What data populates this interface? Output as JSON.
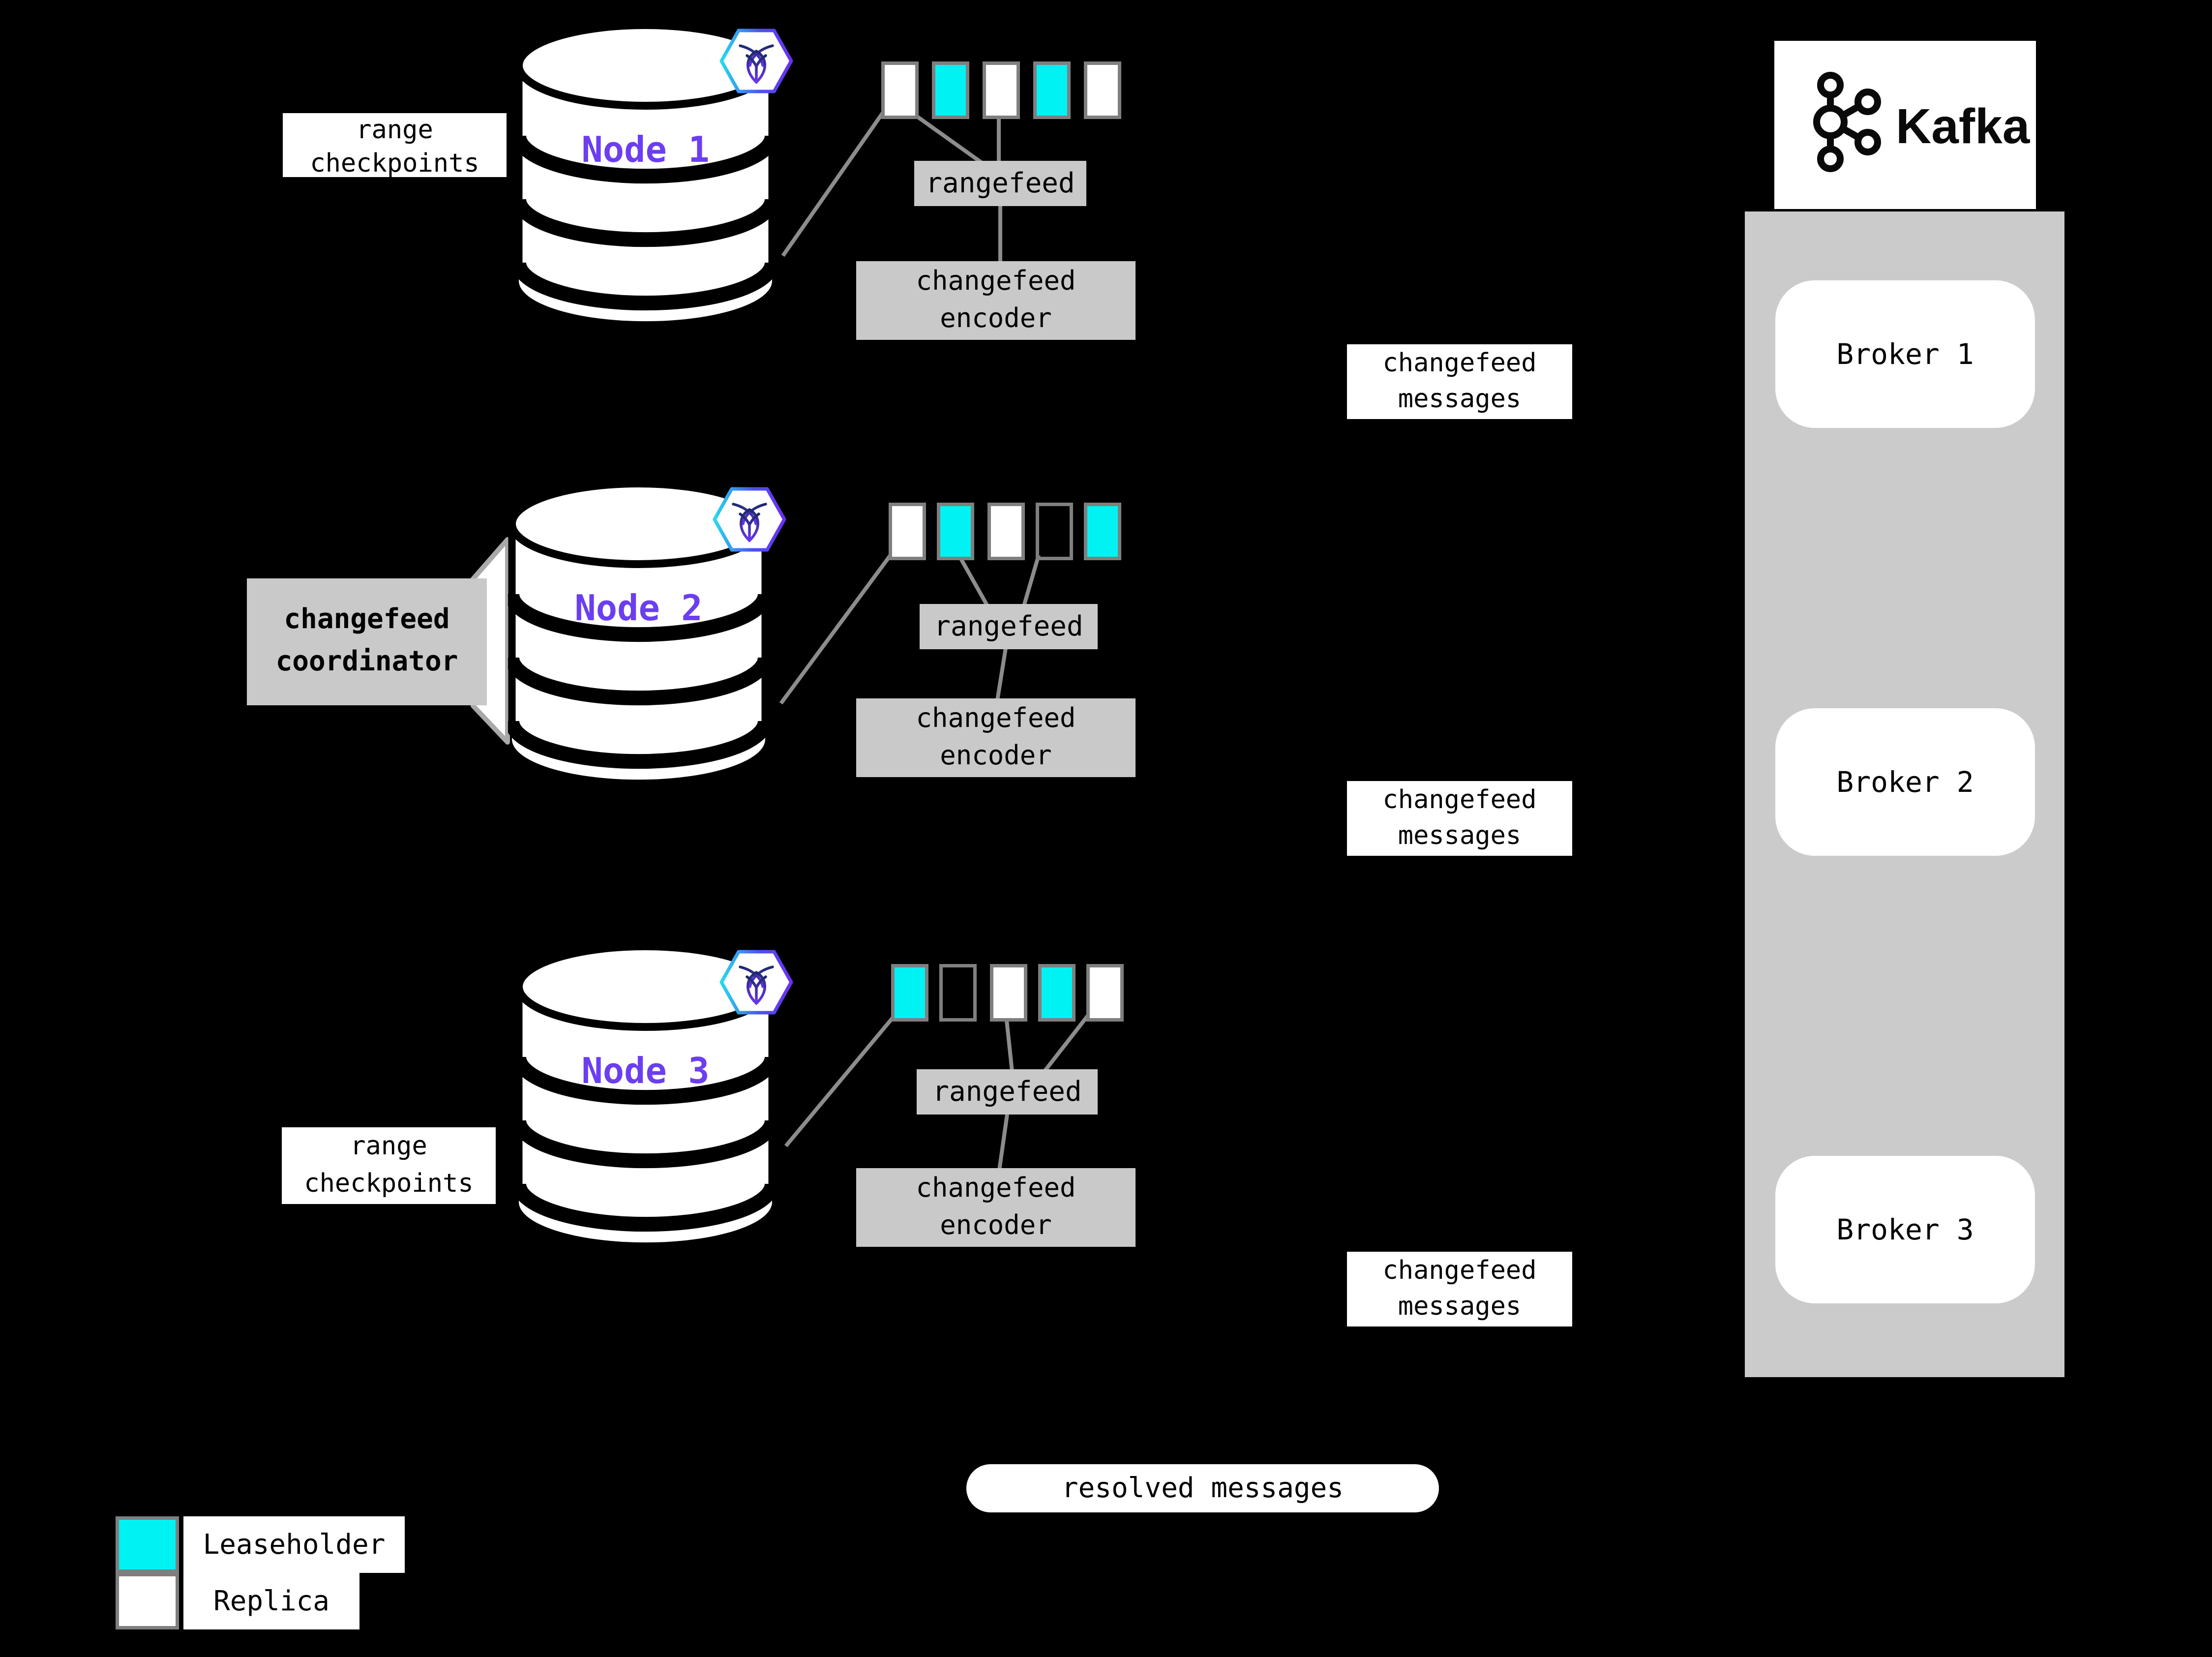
{
  "nodes": [
    {
      "label": "Node 1",
      "checkpoint_label": "range checkpoints",
      "ranges": [
        "replica",
        "leaseholder",
        "replica",
        "leaseholder",
        "replica"
      ],
      "rangefeed": "rangefeed",
      "encoder": "changefeed encoder"
    },
    {
      "label": "Node 2",
      "coordinator_label": "changefeed coordinator",
      "ranges": [
        "replica",
        "leaseholder",
        "replica",
        "none",
        "leaseholder"
      ],
      "rangefeed": "rangefeed",
      "encoder": "changefeed encoder"
    },
    {
      "label": "Node 3",
      "checkpoint_label": "range checkpoints",
      "ranges": [
        "leaseholder",
        "none",
        "replica",
        "leaseholder",
        "replica"
      ],
      "rangefeed": "rangefeed",
      "encoder": "changefeed encoder"
    }
  ],
  "flow": {
    "changefeed_messages": "changefeed messages",
    "resolved_messages": "resolved messages"
  },
  "kafka": {
    "title": "Kafka",
    "brokers": [
      "Broker 1",
      "Broker 2",
      "Broker 3"
    ]
  },
  "legend": {
    "items": [
      {
        "type": "leaseholder",
        "label": "Leaseholder"
      },
      {
        "type": "replica",
        "label": "Replica"
      }
    ]
  },
  "colors": {
    "leaseholder": "#00f2f2",
    "replica": "#ffffff",
    "node_label": "#6b3ef2",
    "panel_gray": "#c9c9c9",
    "column_gray": "#cbcbcb",
    "square_border": "#7f7f7f",
    "connector": "#8c8c8c"
  }
}
